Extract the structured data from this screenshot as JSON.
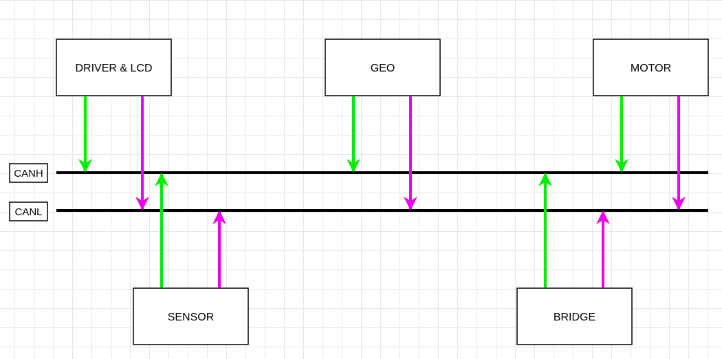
{
  "colors": {
    "bus_line": "#000000",
    "canh_signal": "#00ee00",
    "canl_signal": "#ee00ee",
    "box_border": "#000000",
    "box_fill": "#ffffff",
    "grid": "#e6e6e6"
  },
  "buses": {
    "canh": {
      "label": "CANH"
    },
    "canl": {
      "label": "CANL"
    }
  },
  "nodes": {
    "driver_lcd": {
      "label": "DRIVER & LCD"
    },
    "geo": {
      "label": "GEO"
    },
    "motor": {
      "label": "MOTOR"
    },
    "sensor": {
      "label": "SENSOR"
    },
    "bridge": {
      "label": "BRIDGE"
    }
  }
}
